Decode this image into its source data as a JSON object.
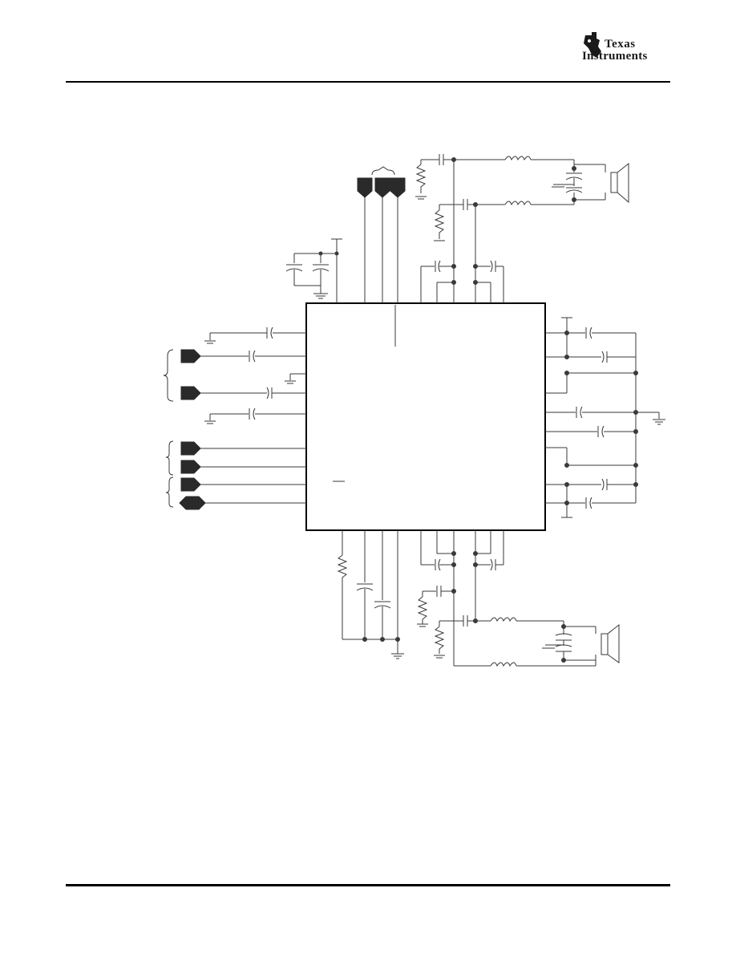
{
  "header": {
    "brand_line1": "Texas",
    "brand_line2": "Instruments",
    "logo_icon": "ti-logo-icon"
  },
  "schematic": {
    "description_icons": [
      "resistor",
      "capacitor",
      "inductor",
      "speaker",
      "ground",
      "input-port"
    ],
    "colors": {
      "line": "#3a3a3a",
      "port_fill": "#2a2a2a",
      "ic_border": "#000000"
    }
  }
}
